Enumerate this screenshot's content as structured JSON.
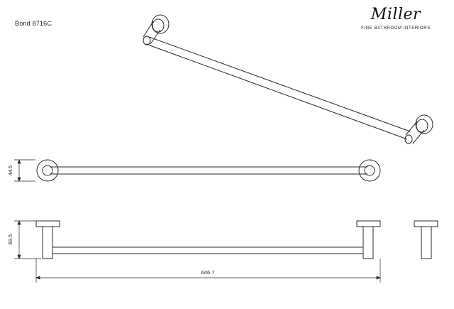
{
  "header": {
    "model_code": "Bond 8716C"
  },
  "brand": {
    "logo_text": "Miller",
    "tagline": "FINE BATHROOM INTERIORS"
  },
  "dimensions": {
    "depth_label": "44.5",
    "height_label": "69.5",
    "length_label": "646.7"
  }
}
